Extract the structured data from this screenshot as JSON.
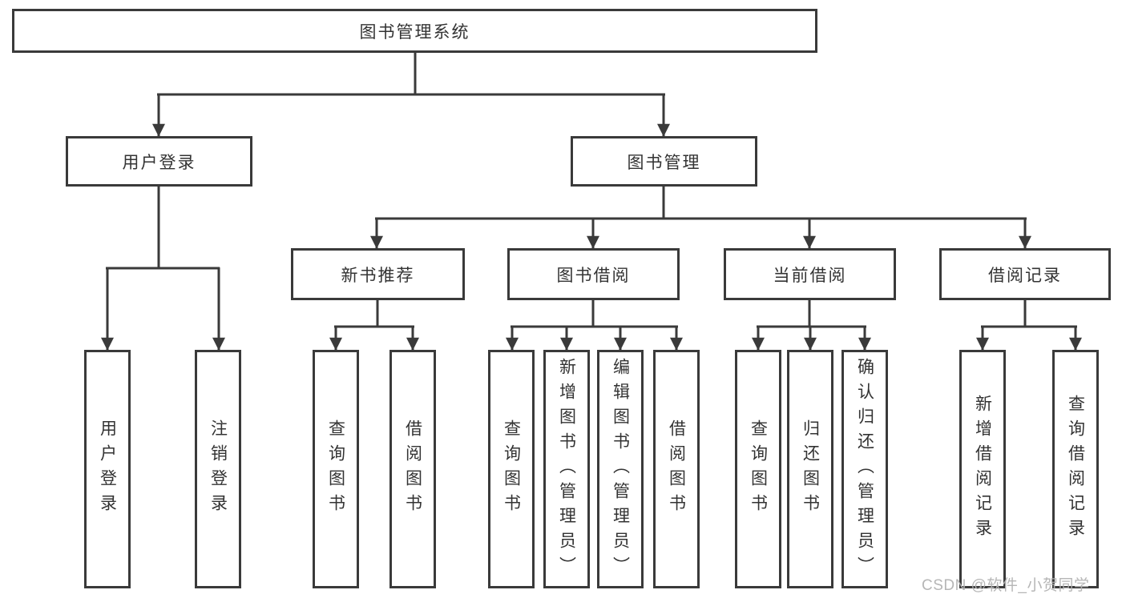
{
  "root": {
    "label": "图书管理系统"
  },
  "level1": {
    "user_login": "用户登录",
    "book_mgmt": "图书管理"
  },
  "level2": {
    "new_books": "新书推荐",
    "borrow": "图书借阅",
    "current": "当前借阅",
    "records": "借阅记录"
  },
  "leaves": {
    "user_login": [
      "用户登录",
      "注销登录"
    ],
    "new_books": [
      "查询图书",
      "借阅图书"
    ],
    "borrow": [
      "查询图书",
      "新增图书（管理员）",
      "编辑图书（管理员）",
      "借阅图书"
    ],
    "current": [
      "查询图书",
      "归还图书",
      "确认归还（管理员）"
    ],
    "records": [
      "新增借阅记录",
      "查询借阅记录"
    ]
  },
  "watermark": "CSDN @软件_小贺同学",
  "colors": {
    "line": "#3a3a3a",
    "text": "#333333",
    "watermark": "#b2b2b2",
    "background": "#ffffff"
  }
}
